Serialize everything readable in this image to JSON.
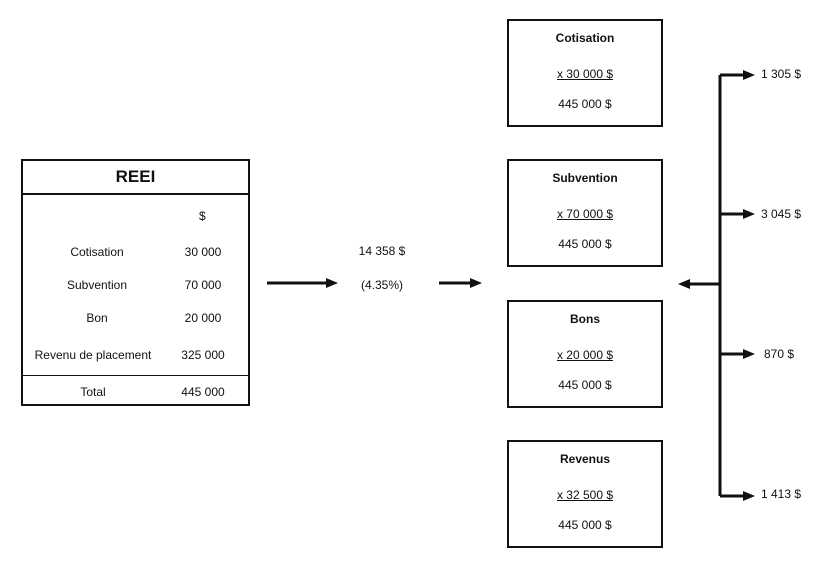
{
  "reei": {
    "title": "REEI",
    "currency_header": "$",
    "rows": [
      {
        "label": "Cotisation",
        "value": "30 000"
      },
      {
        "label": "Subvention",
        "value": "70 000"
      },
      {
        "label": "Bon",
        "value": "20 000"
      },
      {
        "label": "Revenu de placement",
        "value": "325 000"
      }
    ],
    "total": {
      "label": "Total",
      "value": "445 000"
    }
  },
  "middle": {
    "amount": "14 358 $",
    "rate": "(4.35%)"
  },
  "boxes": [
    {
      "title": "Cotisation",
      "multiplier": "x 30 000 $",
      "total": "445 000 $",
      "result": "1 305 $"
    },
    {
      "title": "Subvention",
      "multiplier": "x 70 000 $",
      "total": "445 000 $",
      "result": "3 045 $"
    },
    {
      "title": "Bons",
      "multiplier": "x 20 000 $",
      "total": "445 000 $",
      "result": "870 $"
    },
    {
      "title": "Revenus",
      "multiplier": "x 32 500 $",
      "total": "445 000 $",
      "result": "1 413 $"
    }
  ],
  "colors": {
    "stroke": "#111111",
    "background": "#ffffff"
  }
}
